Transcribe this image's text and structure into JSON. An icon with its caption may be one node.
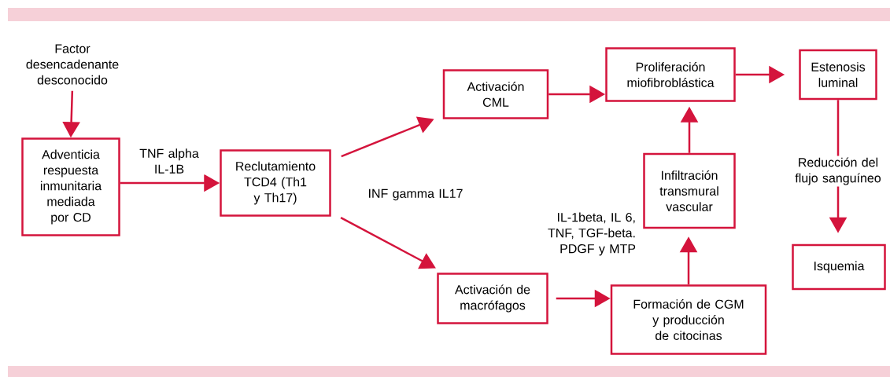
{
  "diagram": {
    "nodes": [
      {
        "text": [
          "Factor desencadenante desconocido"
        ]
      },
      {
        "text": [
          "Adventicia respuesta inmunitaria mediada por CD"
        ]
      },
      {
        "text": [
          "Reclutamiento TCD4 (Th1 y Th17)"
        ]
      },
      {
        "text": [
          "Activación CML"
        ]
      },
      {
        "text": [
          "Proliferación miofibroblástica"
        ]
      },
      {
        "text": [
          "Estenosis luminal"
        ]
      },
      {
        "text": [
          "Infiltración transmural vascular"
        ]
      },
      {
        "text": [
          "Activación de macrófagos"
        ]
      },
      {
        "text": [
          "Formación de CGM y producción de citocinas"
        ]
      },
      {
        "text": [
          "Isquemia"
        ]
      }
    ],
    "edges": [
      {
        "from": 0,
        "to": 1,
        "arrow": "to"
      },
      {
        "from": 1,
        "to": 2,
        "arrow": "to",
        "label": "TNF alpha IL-1B"
      },
      {
        "from": 2,
        "to": 3,
        "arrow": "to"
      },
      {
        "from": 2,
        "to": 7,
        "arrow": "to"
      },
      {
        "from": 3,
        "to": 4,
        "arrow": "to"
      },
      {
        "from": 4,
        "to": 5,
        "arrow": "to"
      },
      {
        "from": 7,
        "to": 8,
        "arrow": "to"
      },
      {
        "from": 8,
        "to": 6,
        "arrow": "to"
      },
      {
        "from": 6,
        "to": 4,
        "arrow": "to"
      },
      {
        "from": 5,
        "to": 9,
        "arrow": "to",
        "label": "Reducción del flujo sanguíneo"
      }
    ],
    "labels": [
      "INF gamma IL17",
      "IL-1beta, IL 6, TNF, TGF-beta. PDGF y MTP"
    ]
  }
}
